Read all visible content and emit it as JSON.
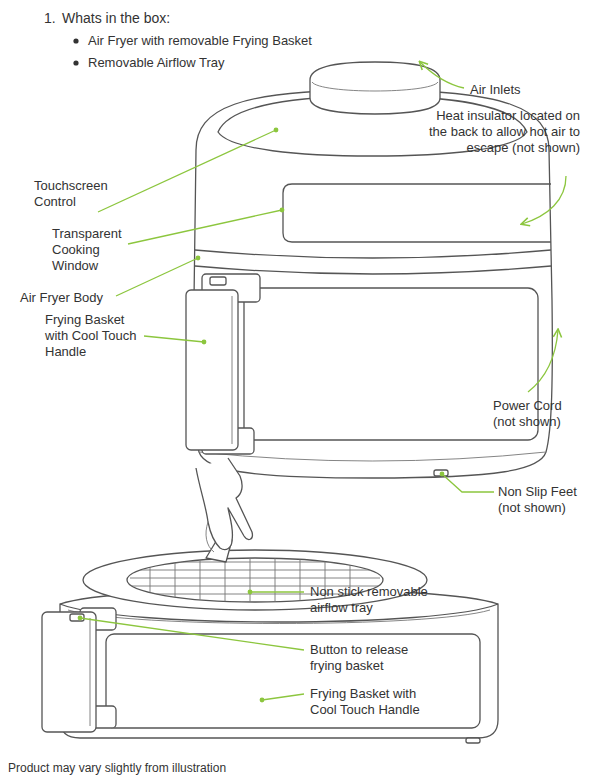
{
  "diagram": {
    "title": "Whats in the box:",
    "labels": [
      "1.",
      "Air Fryer with removable Frying Basket",
      "Removable Airflow Tray",
      "Air Inlets",
      "Heat insulator located on the back to allow hot air to escape (not shown)",
      "Touchscreen Control",
      "Transparent Cooking Window",
      "Air Fryer Body",
      "Frying Basket with Cool Touch Handle",
      "Power Cord (not shown)",
      "Non Slip Feet (not shown)",
      "Non stick removable airflow tray",
      "Button to release frying basket",
      "Frying Basket with Cool Touch Handle"
    ],
    "caption": "Product may vary slightly from illustration"
  }
}
